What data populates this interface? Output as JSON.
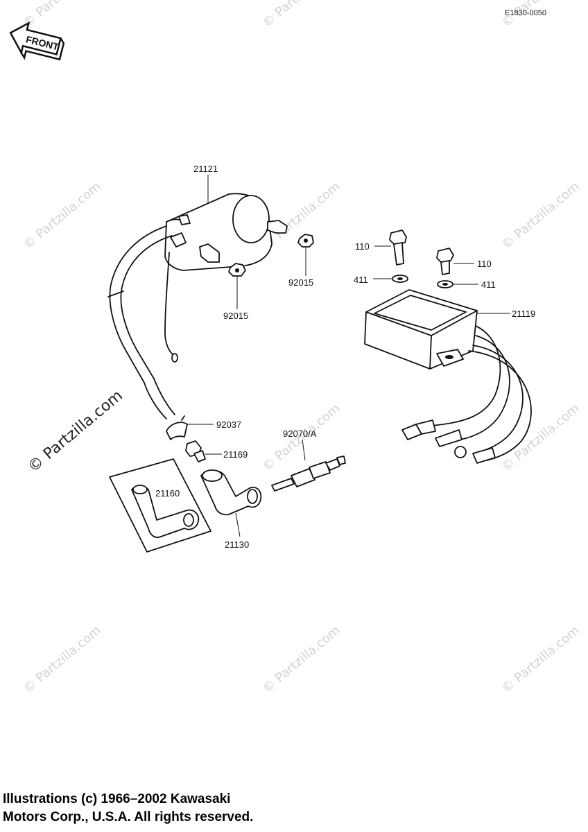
{
  "drawing_code": "E1830-0050",
  "front_label": "FRONT",
  "watermark_text": "© Partzilla.com",
  "callouts": {
    "ignition_coil": "21121",
    "nut_left": "92015",
    "nut_right": "92015",
    "bolt_left": "110",
    "bolt_right": "110",
    "washer_left": "411",
    "washer_right": "411",
    "igniter": "21119",
    "clamp": "92037",
    "nut_small": "21169",
    "cap_boxed": "21160",
    "spark_plug": "92070/A",
    "plug_cap": "21130"
  },
  "copyright": {
    "line1": "Illustrations (c) 1966–2002 Kawasaki",
    "line2": "Motors Corp., U.S.A.  All rights reserved."
  }
}
